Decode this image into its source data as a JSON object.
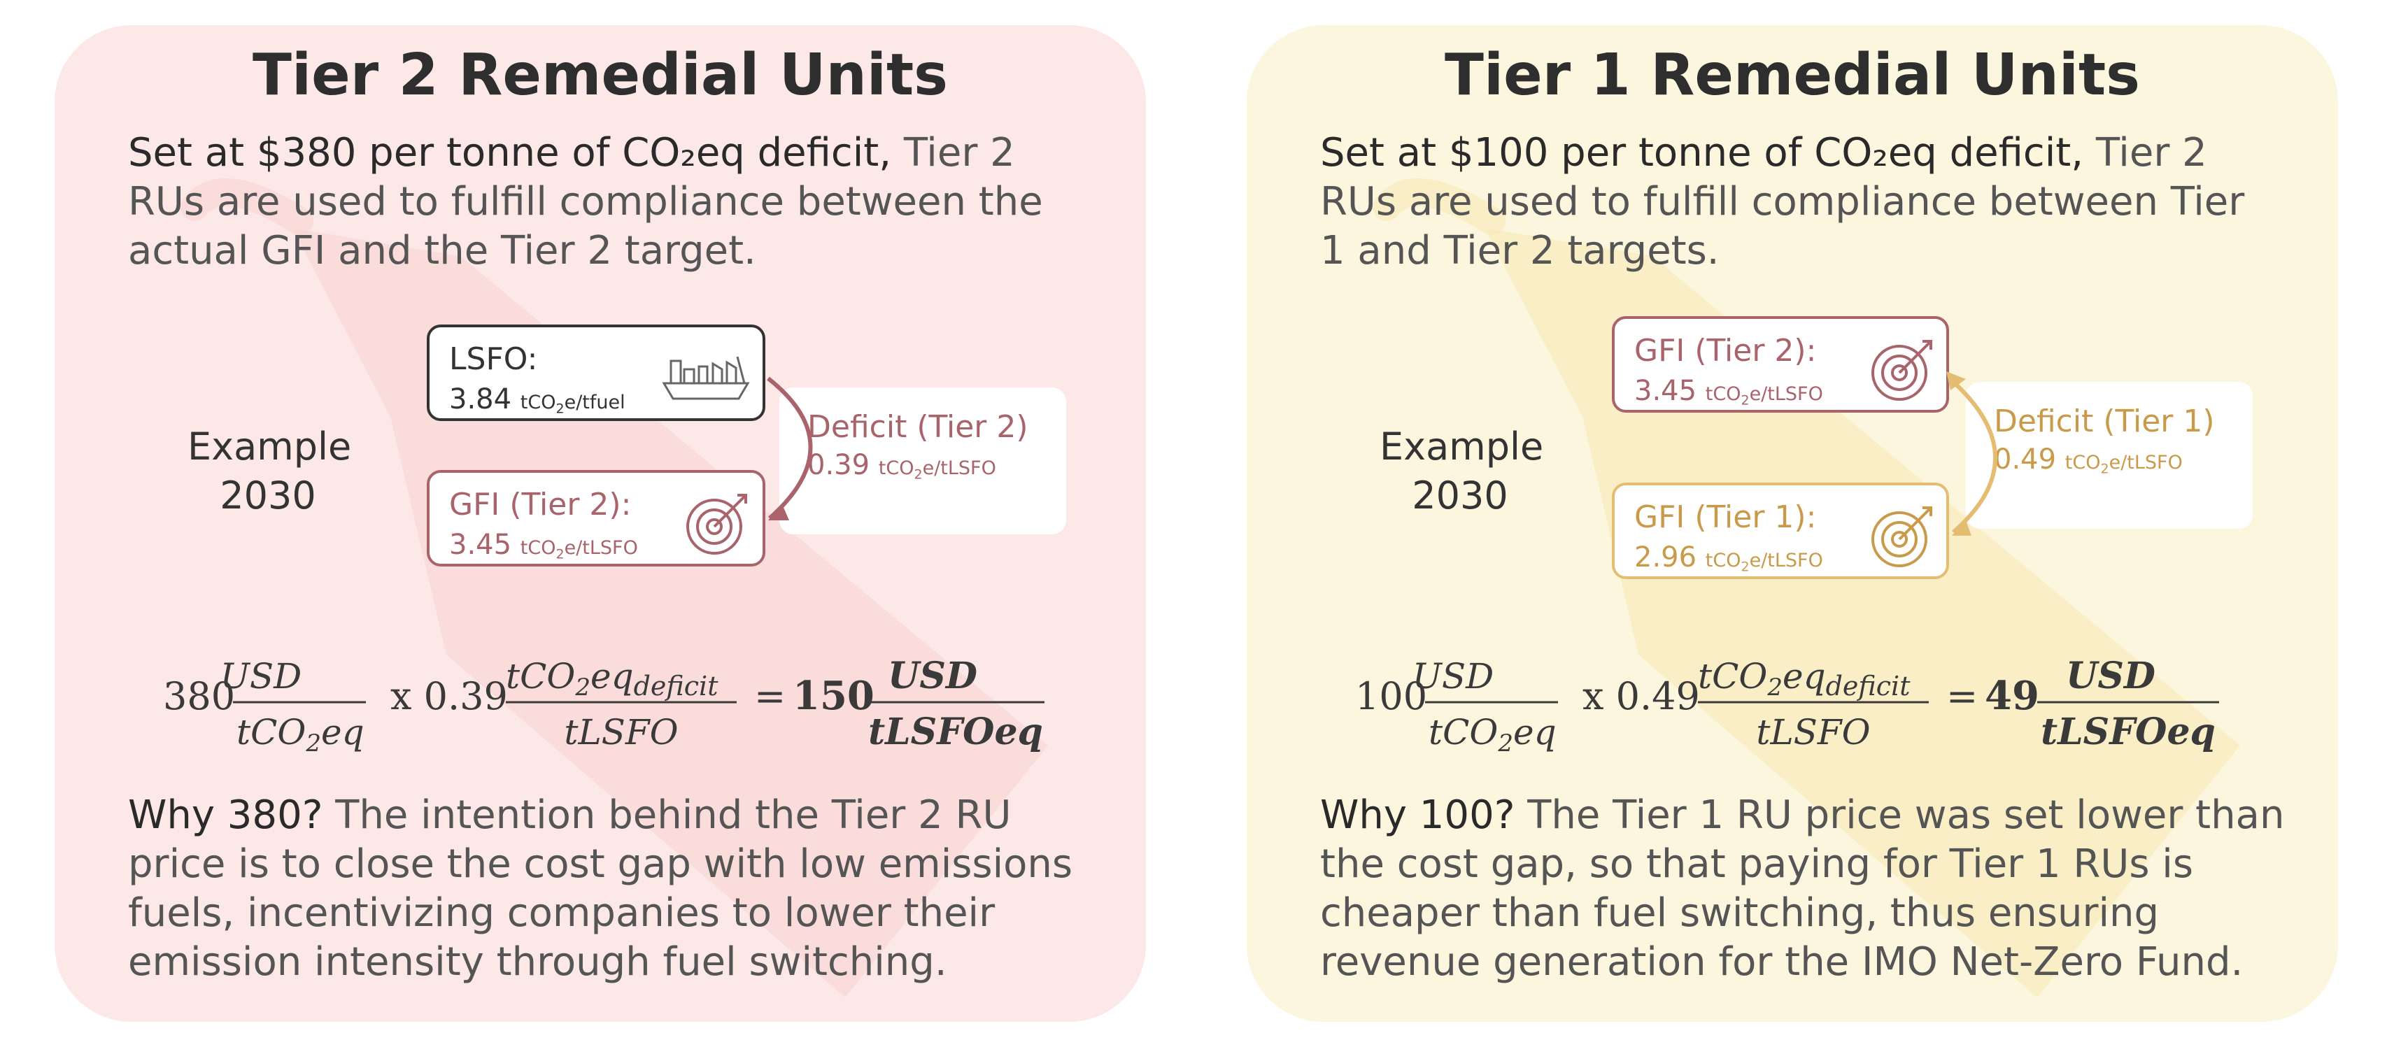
{
  "left": {
    "title": "Tier 2 Remedial Units",
    "intro_highlight": "Set at $380 per tonne of CO₂eq deficit,",
    "intro_rest": " Tier 2 RUs are used to fulfill compliance between the actual GFI and the Tier 2 target.",
    "example_line1": "Example",
    "example_line2": "2030",
    "top_box": {
      "label": "LSFO:",
      "value": "3.84",
      "unit_pre": "tCO",
      "unit_sub": "2",
      "unit_post": "e/tfuel",
      "icon": "ship-icon"
    },
    "bottom_box": {
      "label": "GFI (Tier 2):",
      "value": "3.45",
      "unit_pre": "tCO",
      "unit_sub": "2",
      "unit_post": "e/tLSFO",
      "icon": "target-icon"
    },
    "deficit": {
      "label": "Deficit (Tier 2)",
      "value": "0.39",
      "unit_pre": "tCO",
      "unit_sub": "2",
      "unit_post": "e/tLSFO"
    },
    "formula": {
      "price": "380",
      "unit_num": "USD",
      "unit_den": "tCO",
      "unit_den_sub": "2",
      "unit_den_post": "eq",
      "mult": "x 0.39",
      "def_num": "tCO",
      "def_num_sub": "2",
      "def_num_post": "eq",
      "def_num_subscript": "deficit",
      "def_den": "tLSFO",
      "eq": "=",
      "result": "150",
      "res_num": "USD",
      "res_den": "tLSFOeq"
    },
    "why_highlight": "Why 380?",
    "why_rest": " The intention behind the Tier 2 RU price is to close the cost gap with low emissions fuels, incentivizing companies to lower their emission intensity through fuel switching."
  },
  "right": {
    "title": "Tier 1 Remedial Units",
    "intro_highlight": "Set at $100 per tonne of CO₂eq deficit,",
    "intro_rest": " Tier 2 RUs are used to fulfill compliance between Tier 1 and Tier 2 targets.",
    "example_line1": "Example",
    "example_line2": "2030",
    "top_box": {
      "label": "GFI (Tier 2):",
      "value": "3.45",
      "unit_pre": "tCO",
      "unit_sub": "2",
      "unit_post": "e/tLSFO",
      "icon": "target-icon"
    },
    "bottom_box": {
      "label": "GFI (Tier 1):",
      "value": "2.96",
      "unit_pre": "tCO",
      "unit_sub": "2",
      "unit_post": "e/tLSFO",
      "icon": "target-icon"
    },
    "deficit": {
      "label": "Deficit (Tier 1)",
      "value": "0.49",
      "unit_pre": "tCO",
      "unit_sub": "2",
      "unit_post": "e/tLSFO"
    },
    "formula": {
      "price": "100",
      "unit_num": "USD",
      "unit_den": "tCO",
      "unit_den_sub": "2",
      "unit_den_post": "eq",
      "mult": "x 0.49",
      "def_num": "tCO",
      "def_num_sub": "2",
      "def_num_post": "eq",
      "def_num_subscript": "deficit",
      "def_den": "tLSFO",
      "eq": "=",
      "result": "49",
      "res_num": "USD",
      "res_den": "tLSFOeq"
    },
    "why_highlight": "Why 100?",
    "why_rest": " The Tier 1 RU price was set lower than the cost gap, so that paying for Tier 1 RUs is cheaper than fuel switching, thus ensuring revenue generation for the IMO Net-Zero Fund."
  },
  "colors": {
    "left_bg": "#fce8e6",
    "left_accent": "#a9636b",
    "right_bg": "#fcf6de",
    "right_accent": "#c99a4a",
    "right_box_border": "#e4bd72",
    "right_tier2": "#a9636b"
  }
}
